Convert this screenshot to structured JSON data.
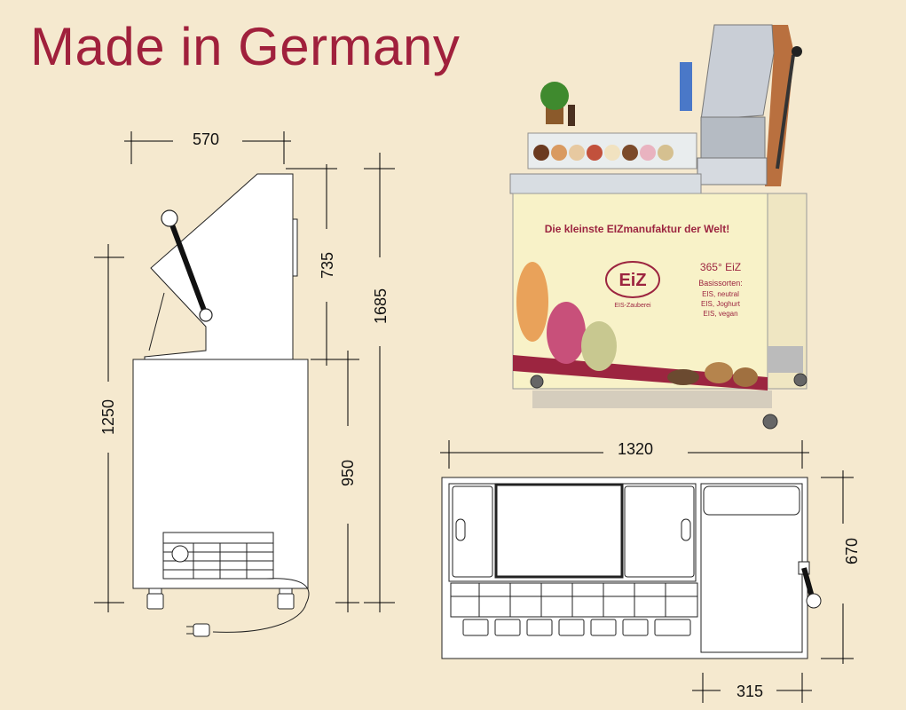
{
  "title": "Made in Germany",
  "dimensions": {
    "top_width": "570",
    "upper_height": "735",
    "total_height": "1685",
    "cabinet_height": "1250",
    "base_height": "950",
    "plan_width": "1320",
    "plan_depth": "670",
    "unit_width": "315"
  },
  "cart_panel": {
    "slogan": "Die kleinste EIZmanufaktur der Welt!",
    "logo_text": "EiZ",
    "logo_sub": "EIS-Zauberei",
    "badge": "365° EiZ",
    "base_title": "Basissorten:",
    "base_items": [
      "EIS, neutral",
      "EIS, Joghurt",
      "EIS, vegan"
    ]
  },
  "colors": {
    "background": "#f5e9cf",
    "title": "#a0203c",
    "cart_panel": "#f8f2c8",
    "cart_accent": "#9c2540",
    "stand_copper": "#b9703f"
  }
}
